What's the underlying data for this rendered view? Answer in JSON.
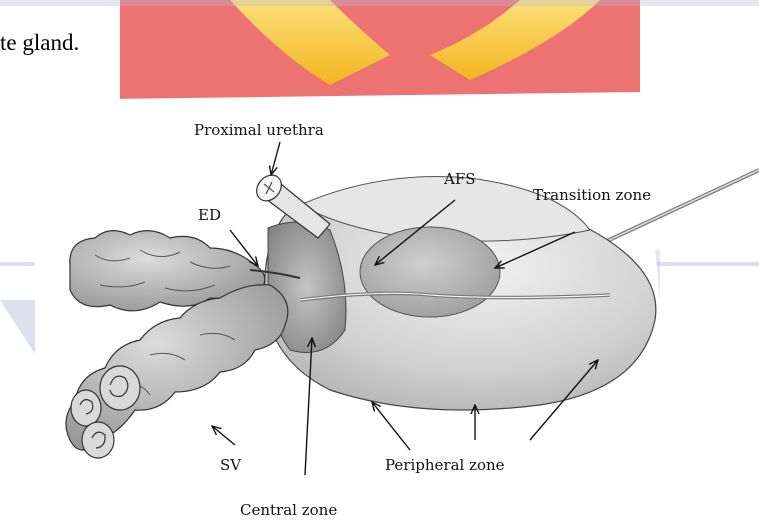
{
  "caption_fragment": "te gland.",
  "labels": {
    "proximal_urethra": "Proximal urethra",
    "afs": "AFS",
    "transition_zone": "Transition zone",
    "ed": "ED",
    "sv": "SV",
    "peripheral_zone": "Peripheral zone",
    "central_zone": "Central zone"
  },
  "colors": {
    "watermark_red": "#e04848",
    "watermark_gold": "#f5c22a",
    "watermark_blue": "#5a6aa8",
    "panel_bg": "#ffffff",
    "tissue_gray": "#9a9a9a"
  }
}
